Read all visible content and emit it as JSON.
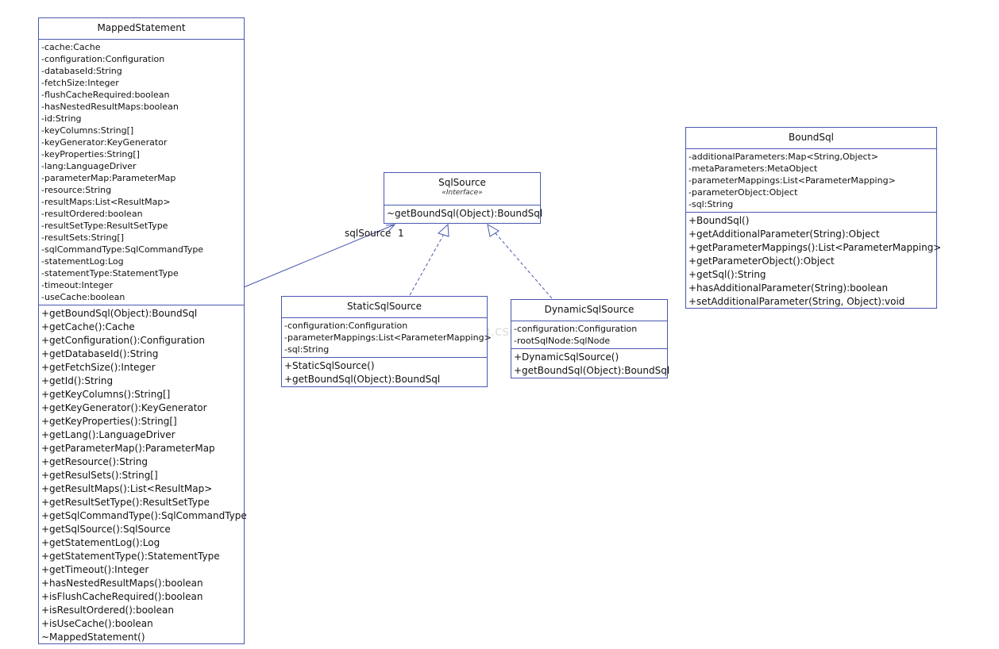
{
  "classes": [
    {
      "key": "mapped_statement",
      "name": "MappedStatement",
      "stereotype": "",
      "attributes": [
        "-cache:Cache",
        "-configuration:Configuration",
        "-databaseId:String",
        "-fetchSize:Integer",
        "-flushCacheRequired:boolean",
        "-hasNestedResultMaps:boolean",
        "-id:String",
        "-keyColumns:String[]",
        "-keyGenerator:KeyGenerator",
        "-keyProperties:String[]",
        "-lang:LanguageDriver",
        "-parameterMap:ParameterMap",
        "-resource:String",
        "-resultMaps:List<ResultMap>",
        "-resultOrdered:boolean",
        "-resultSetType:ResultSetType",
        "-resultSets:String[]",
        "-sqlCommandType:SqlCommandType",
        "-statementLog:Log",
        "-statementType:StatementType",
        "-timeout:Integer",
        "-useCache:boolean"
      ],
      "methods": [
        "+getBoundSql(Object):BoundSql",
        "+getCache():Cache",
        "+getConfiguration():Configuration",
        "+getDatabaseId():String",
        "+getFetchSize():Integer",
        "+getId():String",
        "+getKeyColumns():String[]",
        "+getKeyGenerator():KeyGenerator",
        "+getKeyProperties():String[]",
        "+getLang():LanguageDriver",
        "+getParameterMap():ParameterMap",
        "+getResource():String",
        "+getResulSets():String[]",
        "+getResultMaps():List<ResultMap>",
        "+getResultSetType():ResultSetType",
        "+getSqlCommandType():SqlCommandType",
        "+getSqlSource():SqlSource",
        "+getStatementLog():Log",
        "+getStatementType():StatementType",
        "+getTimeout():Integer",
        "+hasNestedResultMaps():boolean",
        "+isFlushCacheRequired():boolean",
        "+isResultOrdered():boolean",
        "+isUseCache():boolean",
        "~MappedStatement()"
      ]
    },
    {
      "key": "sql_source",
      "name": "SqlSource",
      "stereotype": "«Interface»",
      "attributes": [],
      "methods": [
        "~getBoundSql(Object):BoundSql"
      ]
    },
    {
      "key": "static_sql_source",
      "name": "StaticSqlSource",
      "stereotype": "",
      "attributes": [
        "-configuration:Configuration",
        "-parameterMappings:List<ParameterMapping>",
        "-sql:String"
      ],
      "methods": [
        "+StaticSqlSource()",
        "+getBoundSql(Object):BoundSql"
      ]
    },
    {
      "key": "dynamic_sql_source",
      "name": "DynamicSqlSource",
      "stereotype": "",
      "attributes": [
        "-configuration:Configuration",
        "-rootSqlNode:SqlNode"
      ],
      "methods": [
        "+DynamicSqlSource()",
        "+getBoundSql(Object):BoundSql"
      ]
    },
    {
      "key": "bound_sql",
      "name": "BoundSql",
      "stereotype": "",
      "attributes": [
        "-additionalParameters:Map<String,Object>",
        "-metaParameters:MetaObject",
        "-parameterMappings:List<ParameterMapping>",
        "-parameterObject:Object",
        "-sql:String"
      ],
      "methods": [
        "+BoundSql()",
        "+getAdditionalParameter(String):Object",
        "+getParameterMappings():List<ParameterMapping>",
        "+getParameterObject():Object",
        "+getSql():String",
        "+hasAdditionalParameter(String):boolean",
        "+setAdditionalParameter(String, Object):void"
      ]
    }
  ],
  "associations": [
    {
      "from": "mapped_statement",
      "to": "sql_source",
      "kind": "association",
      "role": "sqlSource",
      "multiplicity": "1"
    }
  ],
  "realizations": [
    {
      "from": "static_sql_source",
      "to": "sql_source",
      "kind": "realization"
    },
    {
      "from": "dynamic_sql_source",
      "to": "sql_source",
      "kind": "realization"
    }
  ],
  "colors": {
    "border": "#4a58b0",
    "line": "#4a58b0"
  },
  "watermark": "https://blog.csdn.net/...002"
}
